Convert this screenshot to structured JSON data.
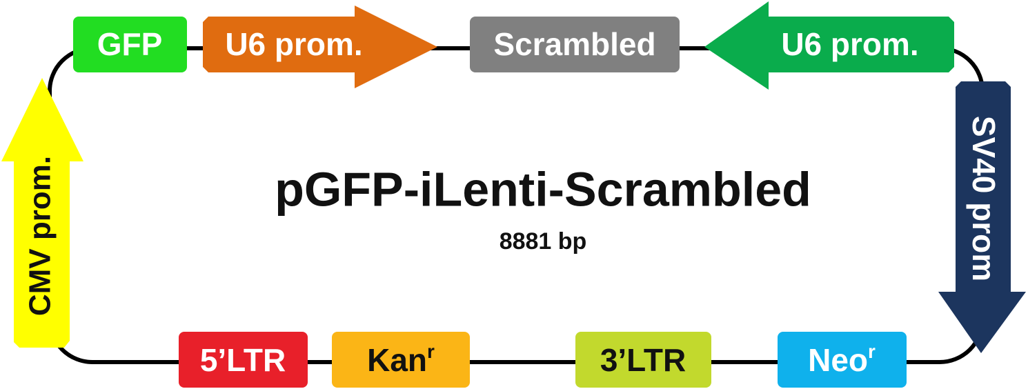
{
  "plasmid": {
    "name": "pGFP-iLenti-Scrambled",
    "size": "8881 bp"
  },
  "features": {
    "gfp": {
      "label": "GFP",
      "color": "#22dd22",
      "text_color": "#ffffff"
    },
    "u6_prom_forward": {
      "label": "U6 prom.",
      "color": "#e06c10",
      "text_color": "#ffffff",
      "direction": "right"
    },
    "scrambled": {
      "label": "Scrambled",
      "color": "#808080",
      "text_color": "#ffffff"
    },
    "u6_prom_reverse": {
      "label": "U6 prom.",
      "color": "#0aac4c",
      "text_color": "#ffffff",
      "direction": "left"
    },
    "sv40_prom": {
      "label": "SV40 prom",
      "color": "#1c355e",
      "text_color": "#ffffff",
      "direction": "down"
    },
    "neo_r": {
      "label": "Neo",
      "superscript": "r",
      "color": "#0fb1ec",
      "text_color": "#ffffff"
    },
    "ltr_3": {
      "label": "3’LTR",
      "color": "#c2d92d",
      "text_color": "#111111"
    },
    "kan_r": {
      "label": "Kan",
      "superscript": "r",
      "color": "#fbb516",
      "text_color": "#111111"
    },
    "ltr_5": {
      "label": "5’LTR",
      "color": "#e8202a",
      "text_color": "#ffffff"
    },
    "cmv_prom": {
      "label": "CMV prom.",
      "color": "#ffff00",
      "text_color": "#111111",
      "direction": "up"
    }
  },
  "backbone_color": "#000000"
}
